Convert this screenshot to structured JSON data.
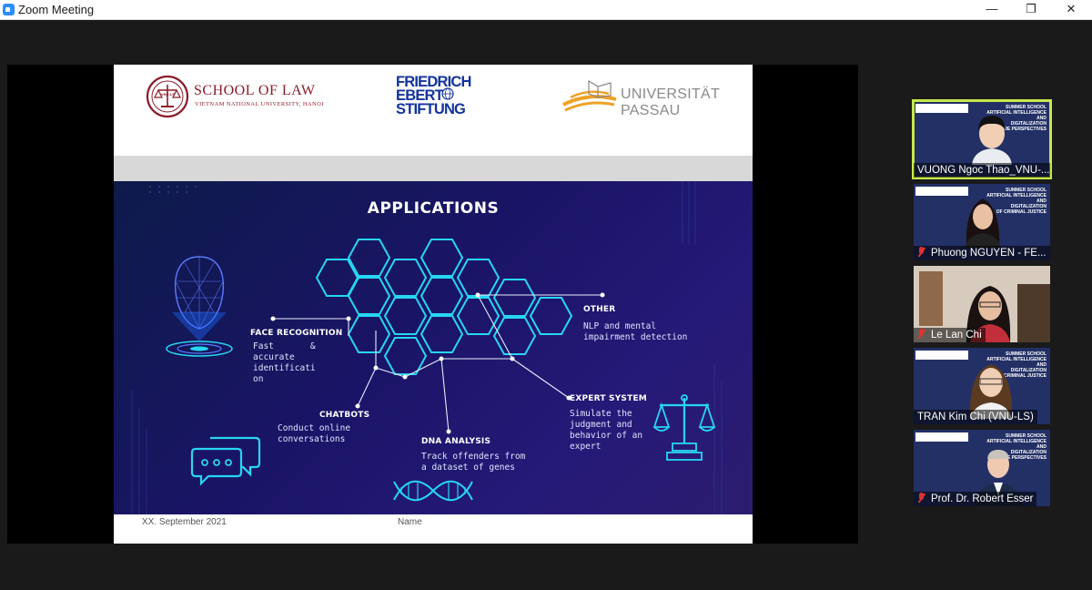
{
  "window": {
    "title": "Zoom Meeting",
    "minimize_glyph": "—",
    "maximize_glyph": "❐",
    "close_glyph": "✕"
  },
  "slide": {
    "logos": {
      "law_emblem_text": "VNU-LS",
      "law_name": "SCHOOL OF LAW",
      "law_sub": "VIETNAM NATIONAL UNIVERSITY, HANOI",
      "fes_line1": "FRIEDRICH",
      "fes_line2": "EBERT",
      "fes_line3": "STIFTUNG",
      "passau_line1": "UNIVERSITÄT",
      "passau_line2": "PASSAU"
    },
    "title": "APPLICATIONS",
    "items": {
      "face": {
        "heading": "FACE RECOGNITION",
        "line1": "Fast       &",
        "line2": "accurate",
        "line3": "identificati",
        "line4": "on"
      },
      "other": {
        "heading": "OTHER",
        "line1": "NLP and mental",
        "line2": "impairment detection"
      },
      "chatbots": {
        "heading": "CHATBOTS",
        "line1": "Conduct online",
        "line2": "conversations"
      },
      "dna": {
        "heading": "DNA ANALYSIS",
        "line1": "Track offenders from",
        "line2": "a dataset of genes"
      },
      "expert": {
        "heading": "EXPERT SYSTEM",
        "line1": "Simulate the",
        "line2": "judgment and",
        "line3": "behavior of an",
        "line4": "expert"
      }
    },
    "footer": {
      "date": "XX. September 2021",
      "name": "Name"
    }
  },
  "participants": [
    {
      "name": "VUONG Ngoc Thao_VNU-...",
      "muted": false,
      "active_speaker": true
    },
    {
      "name": "Phuong NGUYEN - FE...",
      "muted": true,
      "active_speaker": false
    },
    {
      "name": "Le Lan Chi",
      "muted": true,
      "active_speaker": false
    },
    {
      "name": "TRAN Kim Chi (VNU-LS)",
      "muted": false,
      "active_speaker": false
    },
    {
      "name": "Prof. Dr. Robert Esser",
      "muted": true,
      "active_speaker": false
    }
  ],
  "tile_banner": {
    "line1": "SUMMER SCHOOL",
    "line2": "ARTIFICIAL INTELLIGENCE AND",
    "line3": "DIGITALIZATION",
    "line4": "FUTURE PERSPECTIVES",
    "line5": "OF CRIMINAL JUSTICE"
  },
  "colors": {
    "zoom_blue": "#2D8CFF",
    "active_speaker_border": "#c6e84b",
    "hex_cyan": "#27d6f2",
    "law_maroon": "#8b1c2a",
    "fes_blue": "#12339b",
    "passau_orange": "#f0a127"
  }
}
